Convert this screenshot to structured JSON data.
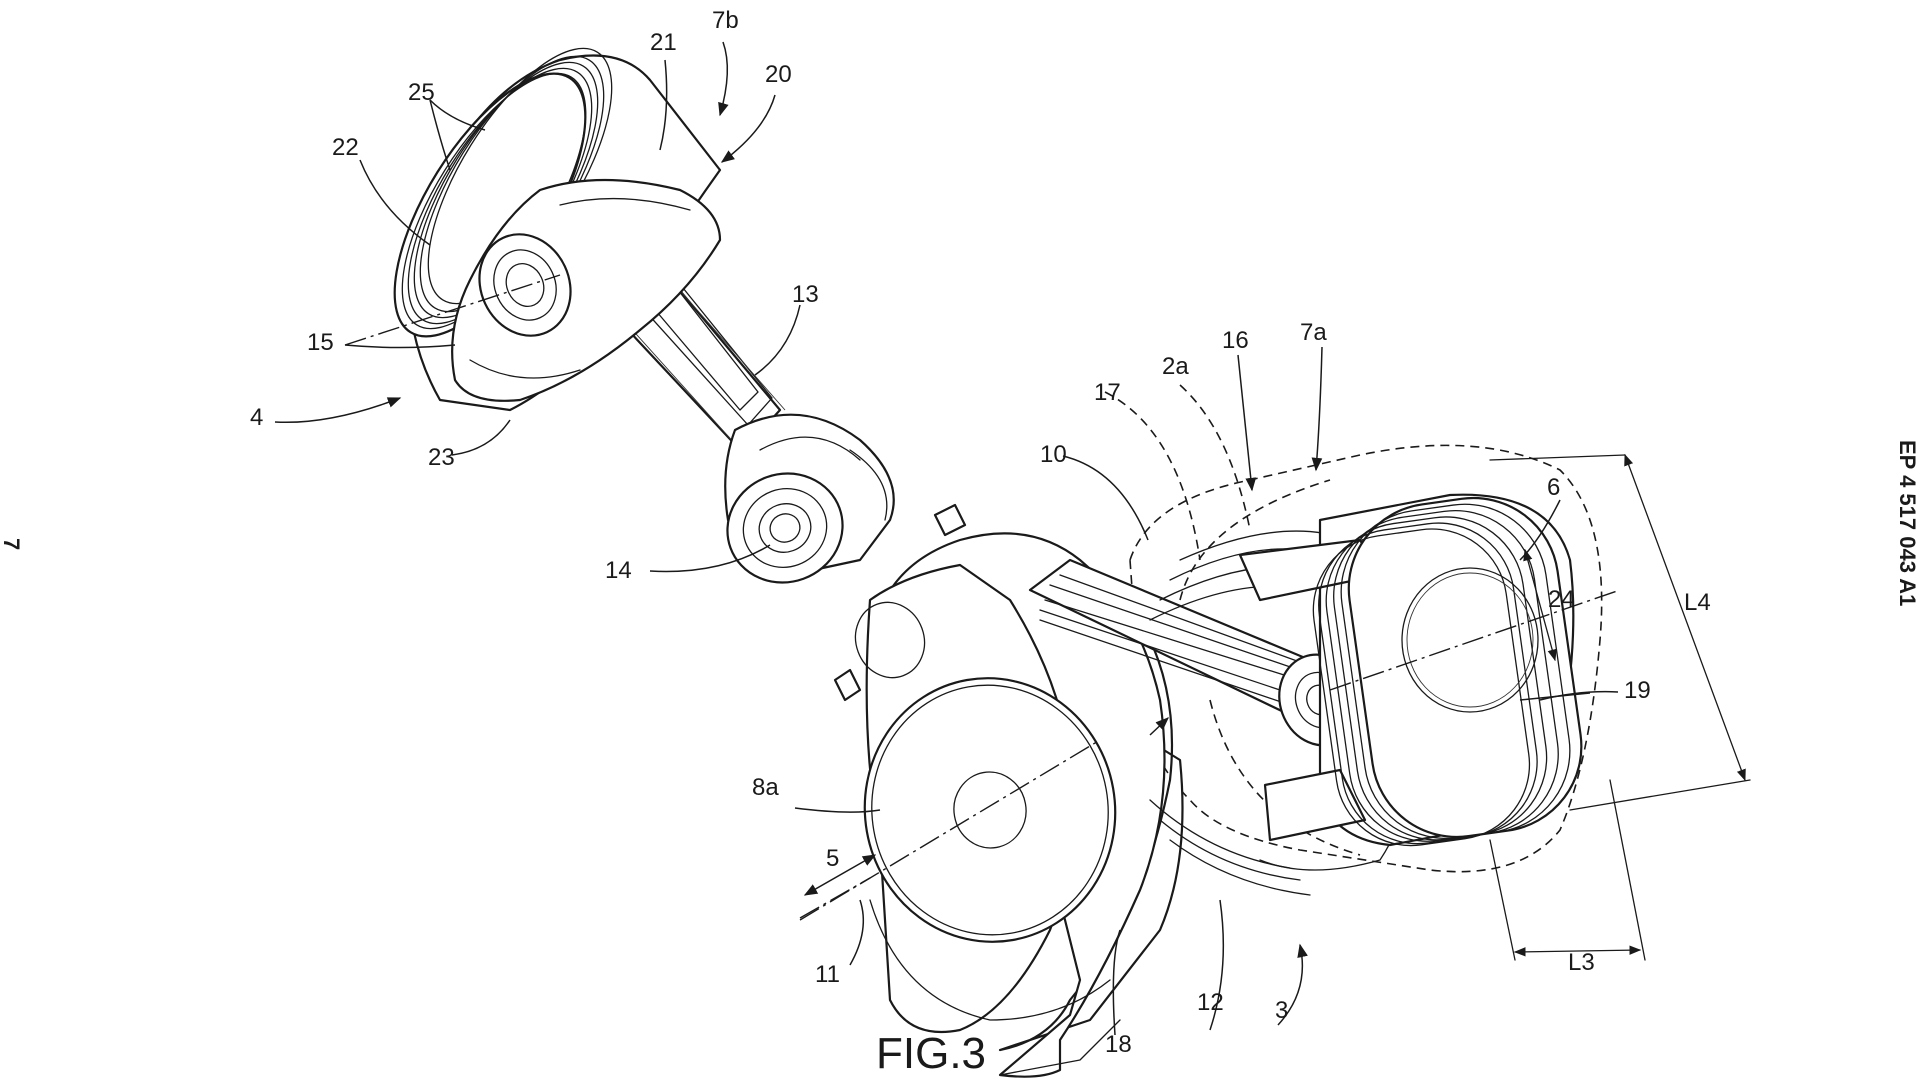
{
  "figure": {
    "title": "FIG.3",
    "patent_number": "EP 4 517 043 A1",
    "page_number": "7"
  },
  "labels": {
    "l_2a": "2a",
    "l_3": "3",
    "l_4": "4",
    "l_5": "5",
    "l_6": "6",
    "l_7a": "7a",
    "l_7b": "7b",
    "l_8a": "8a",
    "l_10": "10",
    "l_11": "11",
    "l_12": "12",
    "l_13": "13",
    "l_14": "14",
    "l_15": "15",
    "l_16": "16",
    "l_17": "17",
    "l_18": "18",
    "l_19": "19",
    "l_20": "20",
    "l_21": "21",
    "l_22": "22",
    "l_23": "23",
    "l_24": "24",
    "l_25": "25",
    "l_L3": "L3",
    "l_L4": "L4"
  }
}
